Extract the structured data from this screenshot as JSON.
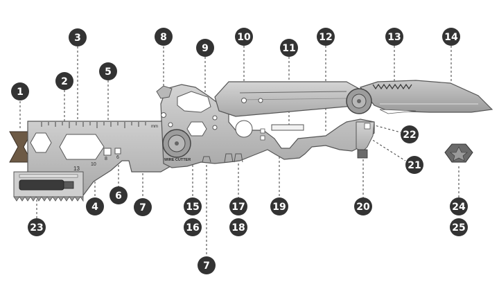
{
  "tool": {
    "ruler_marks": [
      "13",
      "10",
      "8",
      "6"
    ],
    "ruler_unit": "mm",
    "cutter_text": "WIRE CUTTER",
    "colors": {
      "metal": "#bdbdbd",
      "metal_dark": "#8e8e8e",
      "outline": "#555555",
      "label": "#333333"
    }
  },
  "callouts": [
    {
      "id": "c1",
      "label": "1"
    },
    {
      "id": "c2",
      "label": "2"
    },
    {
      "id": "c3",
      "label": "3"
    },
    {
      "id": "c4",
      "label": "4"
    },
    {
      "id": "c5",
      "label": "5"
    },
    {
      "id": "c6",
      "label": "6"
    },
    {
      "id": "c7a",
      "label": "7"
    },
    {
      "id": "c7b",
      "label": "7"
    },
    {
      "id": "c8",
      "label": "8"
    },
    {
      "id": "c9",
      "label": "9"
    },
    {
      "id": "c10",
      "label": "10"
    },
    {
      "id": "c11",
      "label": "11"
    },
    {
      "id": "c12",
      "label": "12"
    },
    {
      "id": "c13",
      "label": "13"
    },
    {
      "id": "c14",
      "label": "14"
    },
    {
      "id": "c15",
      "label": "15"
    },
    {
      "id": "c16",
      "label": "16"
    },
    {
      "id": "c17",
      "label": "17"
    },
    {
      "id": "c18",
      "label": "18"
    },
    {
      "id": "c19",
      "label": "19"
    },
    {
      "id": "c20",
      "label": "20"
    },
    {
      "id": "c21",
      "label": "21"
    },
    {
      "id": "c22",
      "label": "22"
    },
    {
      "id": "c23",
      "label": "23"
    },
    {
      "id": "c24",
      "label": "24"
    },
    {
      "id": "c25",
      "label": "25"
    }
  ]
}
